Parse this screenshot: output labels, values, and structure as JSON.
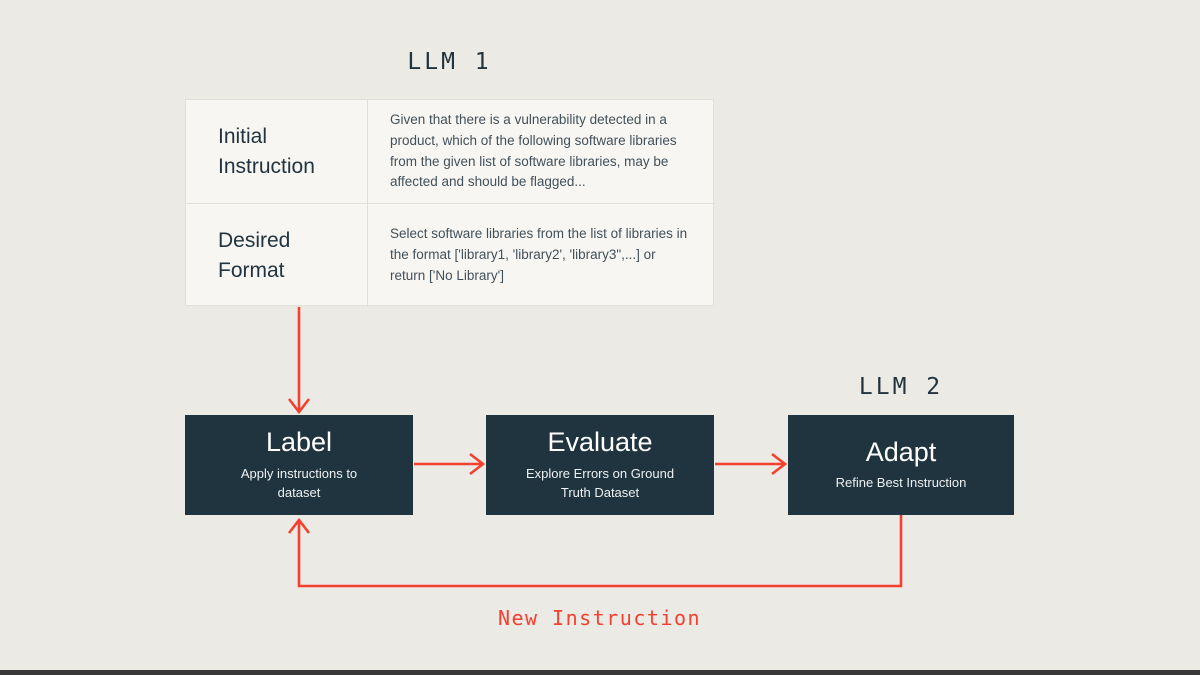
{
  "colors": {
    "background": "#eceae5",
    "panel": "#f8f6f2",
    "panel_border": "#e2dfd8",
    "box": "#203440",
    "navy": "#21343f",
    "body_text": "#42505a",
    "red": "#f4402e",
    "bottom_bar": "#383838"
  },
  "llm1_label": "LLM 1",
  "llm2_label": "LLM 2",
  "instruction_table": {
    "rows": [
      {
        "header": "Initial Instruction",
        "body": "Given that there is a vulnerability detected in a product, which of the following software libraries from the given list of software libraries, may be affected and should be flagged..."
      },
      {
        "header": "Desired Format",
        "body": "Select software libraries from the list of libraries in the format ['library1, 'library2', 'library3\",...] or return ['No Library']"
      }
    ]
  },
  "flow": {
    "boxes": [
      {
        "title": "Label",
        "subtitle": "Apply instructions to dataset"
      },
      {
        "title": "Evaluate",
        "subtitle": "Explore Errors on Ground Truth Dataset"
      },
      {
        "title": "Adapt",
        "subtitle": "Refine Best Instruction"
      }
    ],
    "feedback_label": "New Instruction"
  }
}
